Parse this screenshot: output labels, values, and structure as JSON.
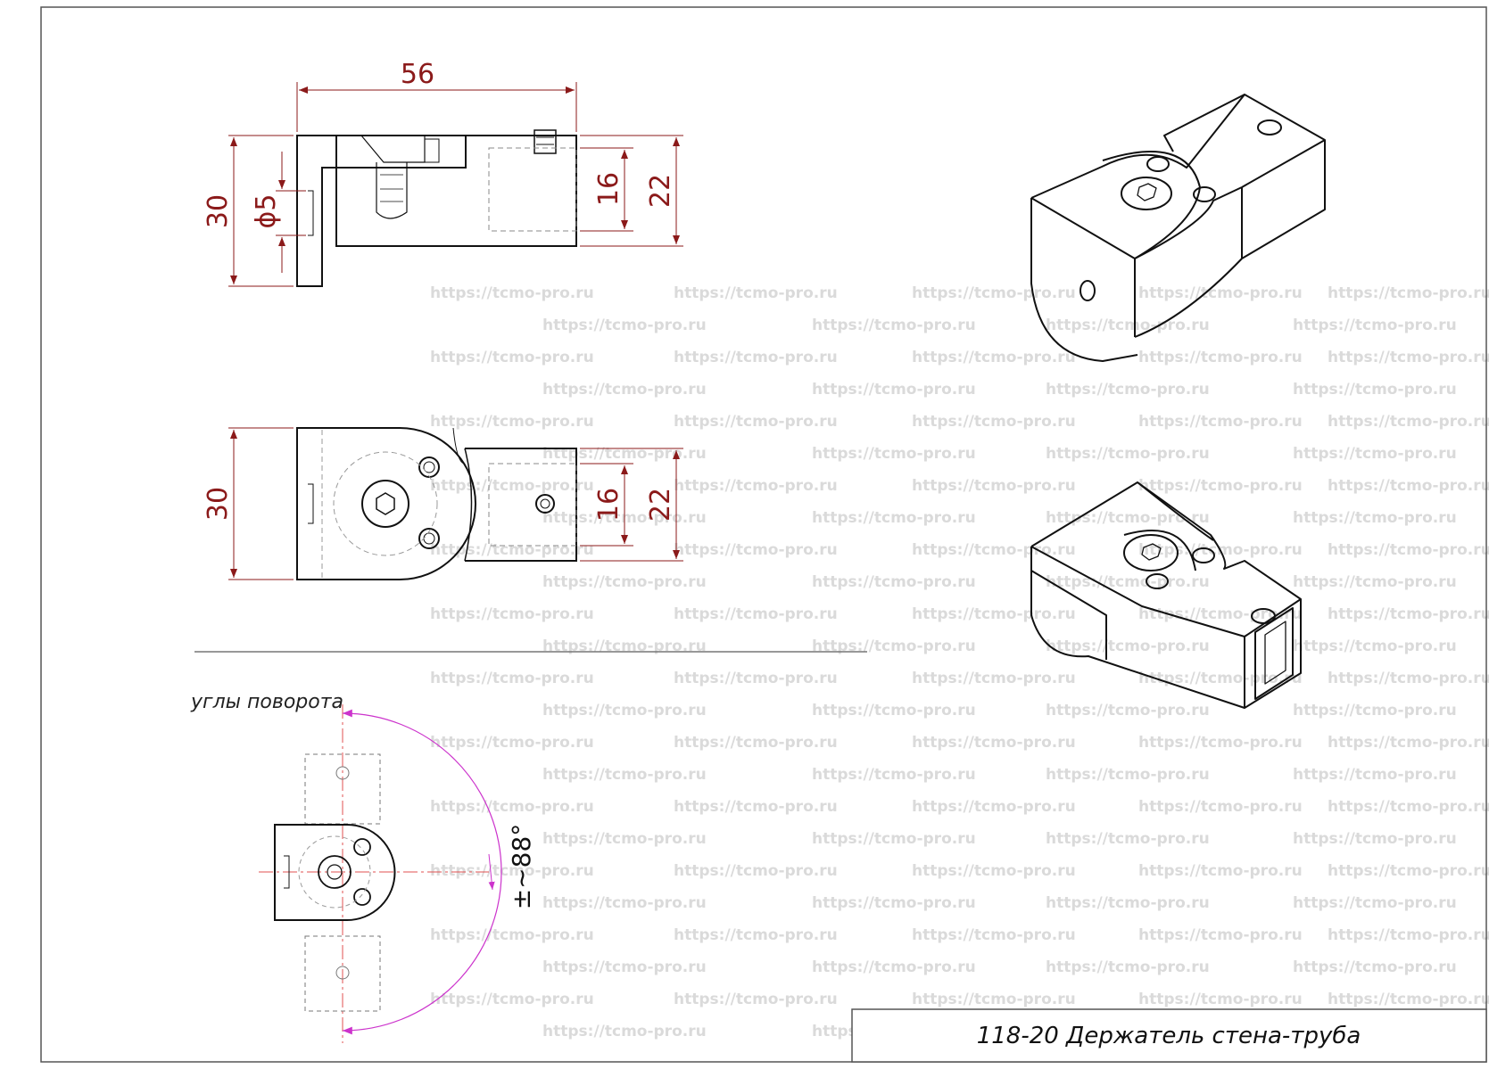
{
  "title_block": {
    "text": "118-20 Держатель стена-труба"
  },
  "rotation_note": "углы поворота",
  "rotation_angle": "±~88°",
  "dimensions": {
    "front_width": "56",
    "front_height": "30",
    "hole_diameter": "ϕ5",
    "front_inner": "16",
    "front_outer": "22",
    "top_height": "30",
    "top_inner": "16",
    "top_outer": "22"
  },
  "watermark": "https://tcmo-pro.ru",
  "colors": {
    "dimension": "#8b1a1a",
    "arc": "#cc33cc",
    "centerline": "#e05050",
    "line": "#111111"
  }
}
